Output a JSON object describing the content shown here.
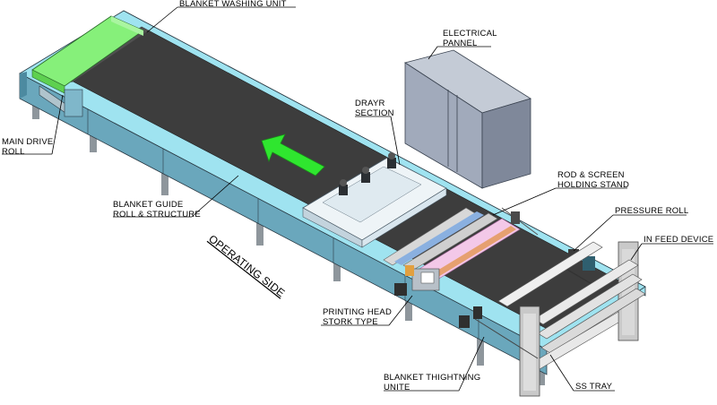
{
  "labels": {
    "blanket_washing_unit": "BLANKET WASHING UNIT",
    "electrical_panel_l1": "ELECTRICAL",
    "electrical_panel_l2": "PANNEL",
    "dryer_section_l1": "DRAYR",
    "dryer_section_l2": "SECTION",
    "main_drive_roll_l1": "MAIN DRIVE",
    "main_drive_roll_l2": "ROLL",
    "rod_screen_stand_l1": "ROD & SCREEN",
    "rod_screen_stand_l2": "HOLDING STAND",
    "pressure_roll": "PRESSURE ROLL",
    "blanket_guide_l1": "BLANKET GUIDE",
    "blanket_guide_l2": "ROLL & STRUCTURE",
    "in_feed_device": "IN FEED DEVICE",
    "operating_side": "OPERATING SIDE",
    "printing_head_l1": "PRINTING HEAD",
    "printing_head_l2": "STORK TYPE",
    "blanket_tightening_l1": "BLANKET THIGHTNING",
    "blanket_tightening_l2": "UNITE",
    "ss_tray": "SS TRAY"
  },
  "colors": {
    "frame_top": "#9fe3f0",
    "frame_side": "#6aa7bc",
    "frame_dark": "#4c8aa0",
    "blanket": "#3d3d3d",
    "washing_unit": "#86f07a",
    "arrow": "#2fe62f",
    "panel": "#9aa3b5",
    "dryer": "#d9e6ee",
    "legs": "#8e969c"
  },
  "icons": {
    "direction_arrow": "arrow-left-icon"
  }
}
